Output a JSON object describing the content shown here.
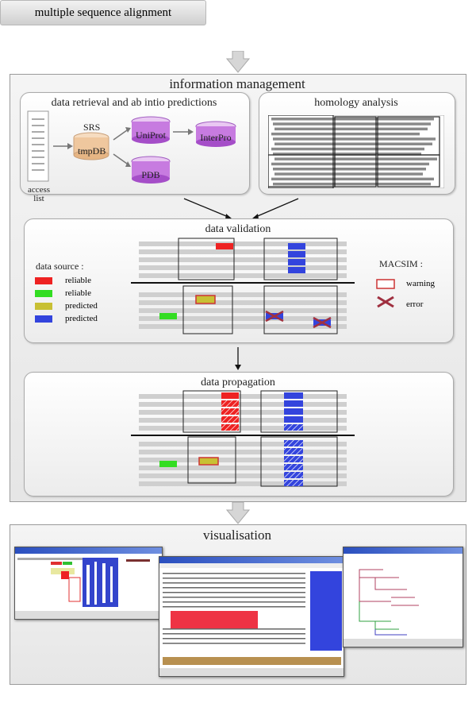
{
  "top": {
    "title": "multiple sequence alignment"
  },
  "info": {
    "title": "information management",
    "retrieval": {
      "title": "data retrieval and ab intio predictions",
      "access_list": "access\nlist",
      "srs": "SRS",
      "tmpdb": "tmpDB",
      "uniprot": "UniProt",
      "interpro": "InterPro",
      "pdb": "PDB"
    },
    "homology": {
      "title": "homology analysis"
    },
    "validation": {
      "title": "data validation",
      "legend_title": "data source :",
      "legend": [
        {
          "label": "reliable",
          "color": "#ee2222"
        },
        {
          "label": "reliable",
          "color": "#33dd22"
        },
        {
          "label": "predicted",
          "color": "#c8c034"
        },
        {
          "label": "predicted",
          "color": "#3344dd"
        }
      ],
      "macsim_title": "MACSIM :",
      "macsim": [
        {
          "label": "warning",
          "icon": "warning-box-icon"
        },
        {
          "label": "error",
          "icon": "error-cross-icon"
        }
      ]
    },
    "propagation": {
      "title": "data propagation"
    }
  },
  "visualisation": {
    "title": "visualisation"
  },
  "colors": {
    "reliable_red": "#ee2222",
    "reliable_green": "#33dd22",
    "predicted_yellow": "#c8c034",
    "predicted_blue": "#3344dd",
    "warning_border": "#cc3333"
  }
}
